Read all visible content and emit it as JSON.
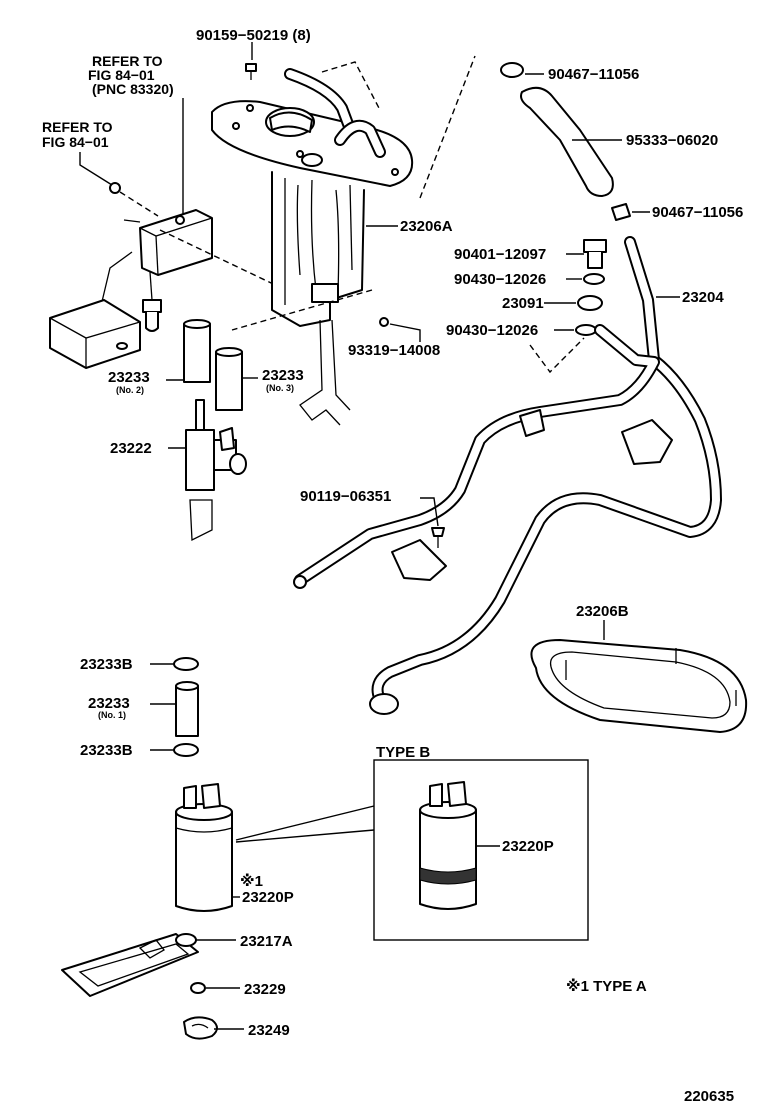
{
  "parts": {
    "p90159": "90159−50219 (8)",
    "p90467a": "90467−11056",
    "p95333": "95333−06020",
    "p90467b": "90467−11056",
    "p23206A": "23206A",
    "p90401": "90401−12097",
    "p90430a": "90430−12026",
    "p23204": "23204",
    "p23091": "23091",
    "p90430b": "90430−12026",
    "p93319": "93319−14008",
    "p23233_2": "23233",
    "p23233_2_sub": "(No. 2)",
    "p23233_3": "23233",
    "p23233_3_sub": "(No. 3)",
    "p23222": "23222",
    "p90119": "90119−06351",
    "p23206B": "23206B",
    "p23233B_a": "23233B",
    "p23233_1": "23233",
    "p23233_1_sub": "(No. 1)",
    "p23233B_b": "23233B",
    "p23220P_a": "23220P",
    "mark_a": "※1",
    "p23220P_b": "23220P",
    "p23217A": "23217A",
    "p23229": "23229",
    "p23249": "23249"
  },
  "refs": {
    "ref1_line1": "REFER TO",
    "ref1_line2": "FIG 84−01",
    "ref1_line3": "(PNC 83320)",
    "ref2_line1": "REFER TO",
    "ref2_line2": "FIG 84−01"
  },
  "type_b_label": "TYPE B",
  "type_a_note": "※1  TYPE A",
  "figure_number": "220635"
}
